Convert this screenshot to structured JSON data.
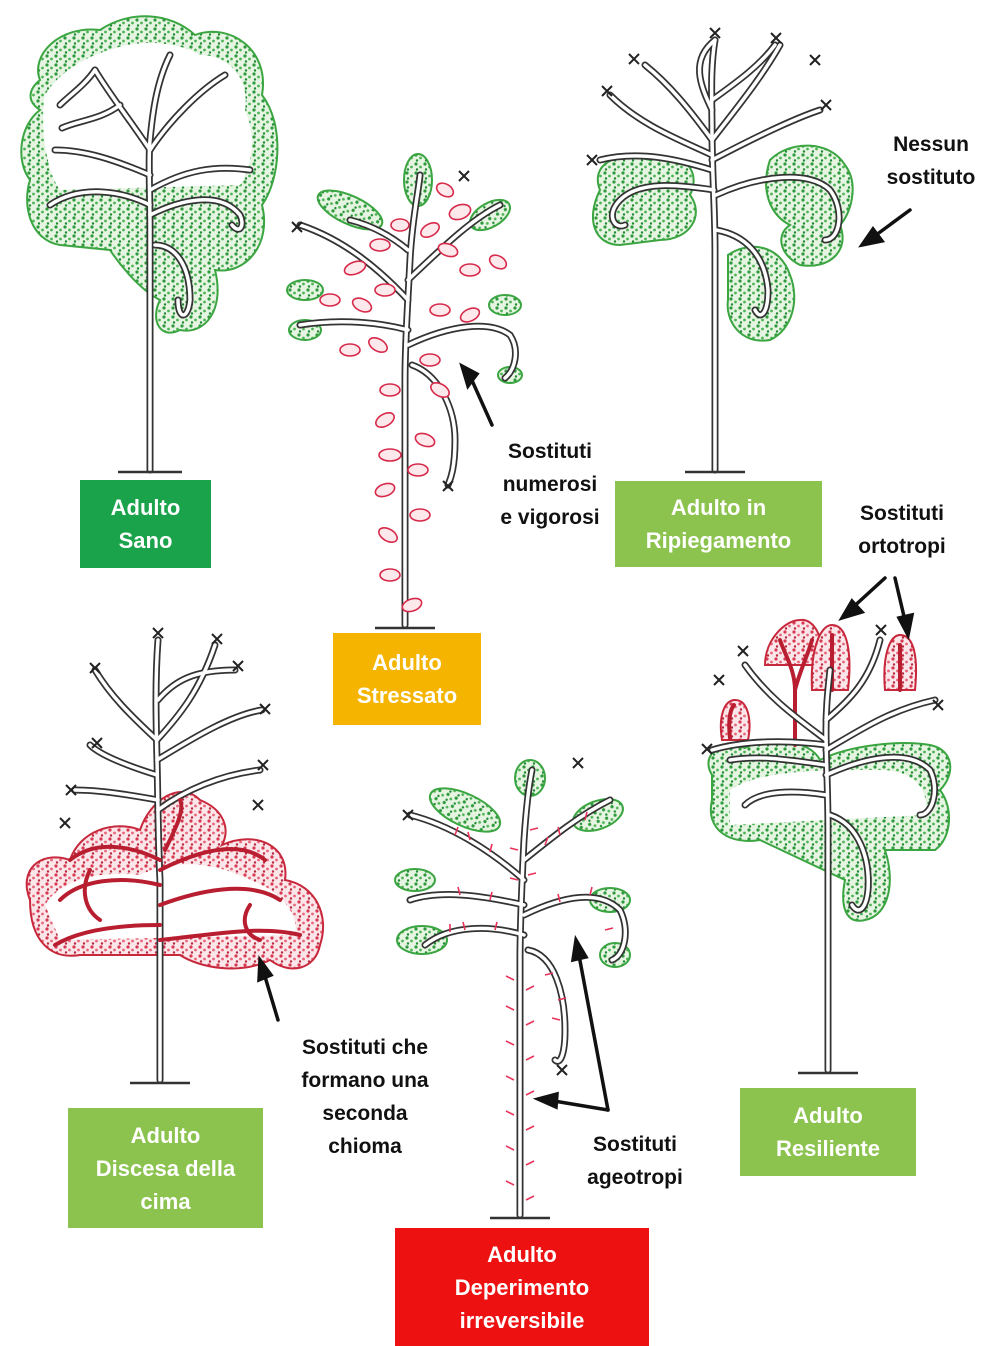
{
  "colors": {
    "healthy_green": "#1aa34a",
    "light_green": "#8cc34f",
    "stressed_orange": "#f5b400",
    "dieback_red": "#ee1111",
    "foliage_green": "#3aa541",
    "resprout_red": "#c8283c",
    "trunk": "#ffffff",
    "outline": "#333333"
  },
  "icons": [
    "cut-mark-icon",
    "arrow-icon"
  ],
  "stages": [
    {
      "id": "sano",
      "lines": [
        "Adulto",
        "Sano"
      ],
      "color": "#1aa34a"
    },
    {
      "id": "stressato",
      "lines": [
        "Adulto",
        "Stressato"
      ],
      "color": "#f5b400"
    },
    {
      "id": "ripiegamento",
      "lines": [
        "Adulto in",
        "Ripiegamento"
      ],
      "color": "#8cc34f"
    },
    {
      "id": "discesa",
      "lines": [
        "Adulto",
        "Discesa della",
        "cima"
      ],
      "color": "#8cc34f"
    },
    {
      "id": "deperimento",
      "lines": [
        "Adulto",
        "Deperimento",
        "irreversibile"
      ],
      "color": "#ee1111"
    },
    {
      "id": "resiliente",
      "lines": [
        "Adulto",
        "Resiliente"
      ],
      "color": "#8cc34f"
    }
  ],
  "notes": [
    {
      "id": "nessun",
      "lines": [
        "Nessun",
        "sostituto"
      ]
    },
    {
      "id": "numerosi",
      "lines": [
        "Sostituti",
        "numerosi",
        "e vigorosi"
      ]
    },
    {
      "id": "ortotropi",
      "lines": [
        "Sostituti",
        "ortotropi"
      ]
    },
    {
      "id": "seconda",
      "lines": [
        "Sostituti che",
        "formano una",
        "seconda",
        "chioma"
      ]
    },
    {
      "id": "ageotropi",
      "lines": [
        "Sostituti",
        "ageotropi"
      ]
    }
  ]
}
